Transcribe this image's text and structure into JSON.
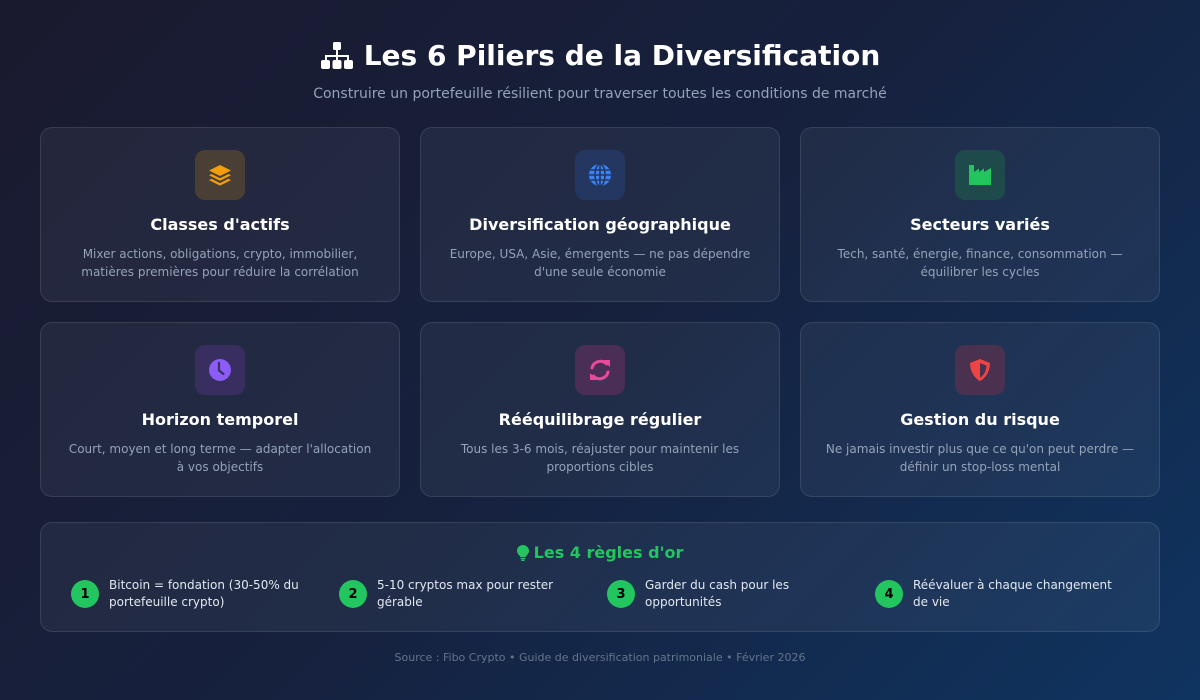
{
  "header": {
    "icon": "sitemap-icon",
    "title": "Les 6 Piliers de la Diversification",
    "subtitle": "Construire un portefeuille résilient pour traverser toutes les conditions de marché"
  },
  "pillars": [
    {
      "icon": "layer-group-icon",
      "icon_color": "#f59e0b",
      "icon_bg": "#4a3f35",
      "title": "Classes d'actifs",
      "description": "Mixer actions, obligations, crypto, immobilier, matières premières pour réduire la corrélation"
    },
    {
      "icon": "globe-icon",
      "icon_color": "#3b82f6",
      "icon_bg": "#243760",
      "title": "Diversification géographique",
      "description": "Europe, USA, Asie, émergents — ne pas dépendre d'une seule économie"
    },
    {
      "icon": "industry-icon",
      "icon_color": "#22c55e",
      "icon_bg": "#1f4a4c",
      "title": "Secteurs variés",
      "description": "Tech, santé, énergie, finance, consommation — équilibrer les cycles"
    },
    {
      "icon": "clock-icon",
      "icon_color": "#8b5cf6",
      "icon_bg": "#382e60",
      "title": "Horizon temporel",
      "description": "Court, moyen et long terme — adapter l'allocation à vos objectifs"
    },
    {
      "icon": "sync-icon",
      "icon_color": "#ec4899",
      "icon_bg": "#4a2e55",
      "title": "Rééquilibrage régulier",
      "description": "Tous les 3-6 mois, réajuster pour maintenir les proportions cibles"
    },
    {
      "icon": "shield-icon",
      "icon_color": "#ef4444",
      "icon_bg": "#4a3150",
      "title": "Gestion du risque",
      "description": "Ne jamais investir plus que ce qu'on peut perdre — définir un stop-loss mental"
    }
  ],
  "rules": {
    "icon": "lightbulb-icon",
    "title": "Les 4 règles d'or",
    "accent": "#22c55e",
    "items": [
      {
        "num": "1",
        "text": "Bitcoin = fondation (30-50% du portefeuille crypto)"
      },
      {
        "num": "2",
        "text": "5-10 cryptos max pour rester gérable"
      },
      {
        "num": "3",
        "text": "Garder du cash pour les opportunités"
      },
      {
        "num": "4",
        "text": "Réévaluer à chaque changement de vie"
      }
    ]
  },
  "footer": {
    "text": "Source : Fibo Crypto • Guide de diversification patrimoniale • Février 2026"
  }
}
